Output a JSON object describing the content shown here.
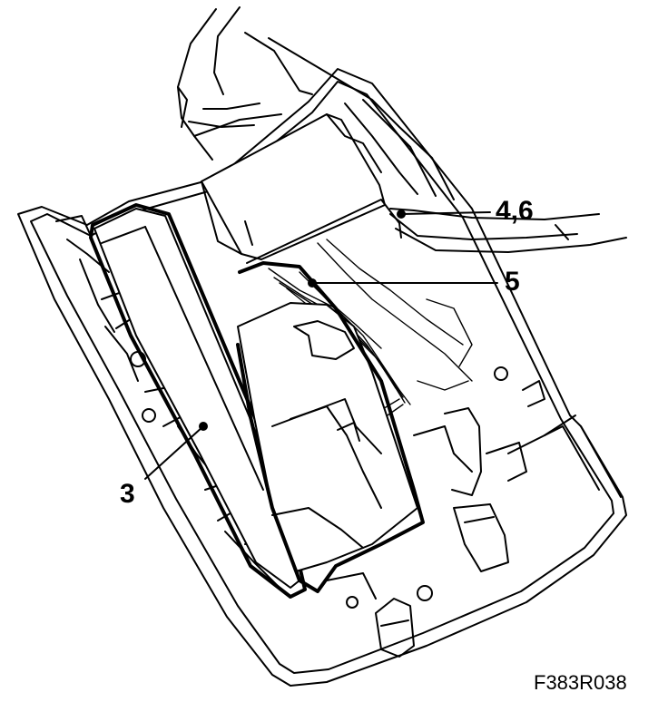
{
  "callouts": {
    "label_4_6": "4,6",
    "label_5": "5",
    "label_3": "3"
  },
  "figure_id": "F383R038"
}
